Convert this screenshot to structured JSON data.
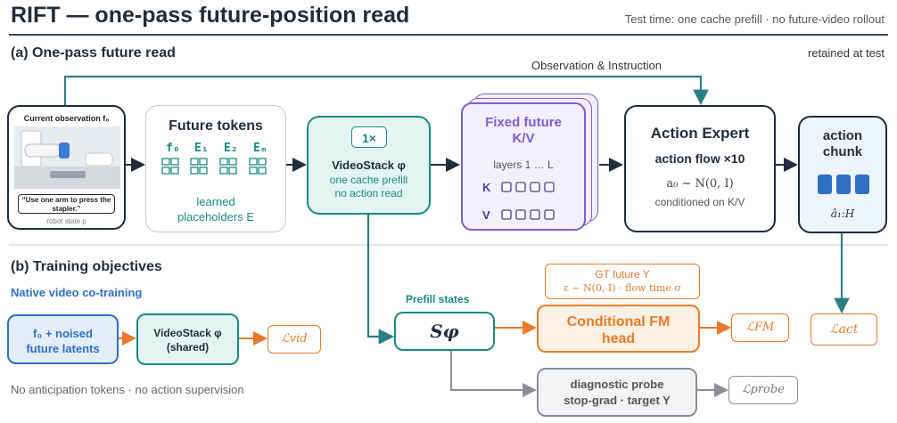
{
  "header": {
    "title": "RIFT — one-pass future-position read",
    "subtitle": "Test time: one cache prefill · no future-video rollout"
  },
  "section_a": {
    "heading": "(a)  One-pass future read",
    "retained": "retained at test",
    "obs_instr_label": "Observation & Instruction"
  },
  "observation": {
    "title": "Current observation f₀",
    "instruction": "“Use one arm to press the stapler.”",
    "robot_state": "robot state p"
  },
  "future_tokens": {
    "title": "Future tokens",
    "labels": [
      "f₀",
      "E₁",
      "E₂",
      "Eₘ"
    ],
    "caption_line1": "learned",
    "caption_line2": "placeholders E"
  },
  "videostack": {
    "badge": "1×",
    "title": "VideoStack φ",
    "line1": "one cache prefill",
    "line2": "no action read"
  },
  "kv": {
    "title_line1": "Fixed future",
    "title_line2": "K/V",
    "layers": "layers 1 … L",
    "k": "K",
    "v": "V"
  },
  "action_expert": {
    "title": "Action Expert",
    "flow": "action flow ×10",
    "init": "a₀ ~ N(0, I)",
    "cond": "conditioned on K/V"
  },
  "action_chunk": {
    "title_line1": "action",
    "title_line2": "chunk",
    "output": "â₁:H"
  },
  "section_b": {
    "heading": "(b)  Training objectives",
    "native": "Native video co-training",
    "footnote": "No anticipation tokens · no action supervision"
  },
  "cotrain": {
    "input_line1": "f₀ + noised",
    "input_line2": "future latents",
    "vs_line1": "VideoStack φ",
    "vs_line2": "(shared)",
    "loss": "ℒvid"
  },
  "prefill": {
    "label": "Prefill states",
    "symbol": "Sφ"
  },
  "gt_future": {
    "line1": "GT future Y",
    "line2": "ε ~ N(0, I) · flow time σ"
  },
  "fm_head": {
    "line1": "Conditional FM",
    "line2": "head",
    "loss": "ℒFM"
  },
  "act_loss": "ℒact",
  "probe": {
    "line1": "diagnostic probe",
    "line2": "stop-grad · target Y",
    "loss": "ℒprobe"
  },
  "colors": {
    "teal": "#1a8a82",
    "teal_fill": "#e3f4f1",
    "purple": "#7a5fd0",
    "purple_fill": "#f3effc",
    "orange": "#e87a2a",
    "orange_fill": "#fdf0e4",
    "navy": "#1f2d3d",
    "blue": "#2f6fc2",
    "arrow_teal": "#2a7f86",
    "grey": "#8a8f96"
  }
}
